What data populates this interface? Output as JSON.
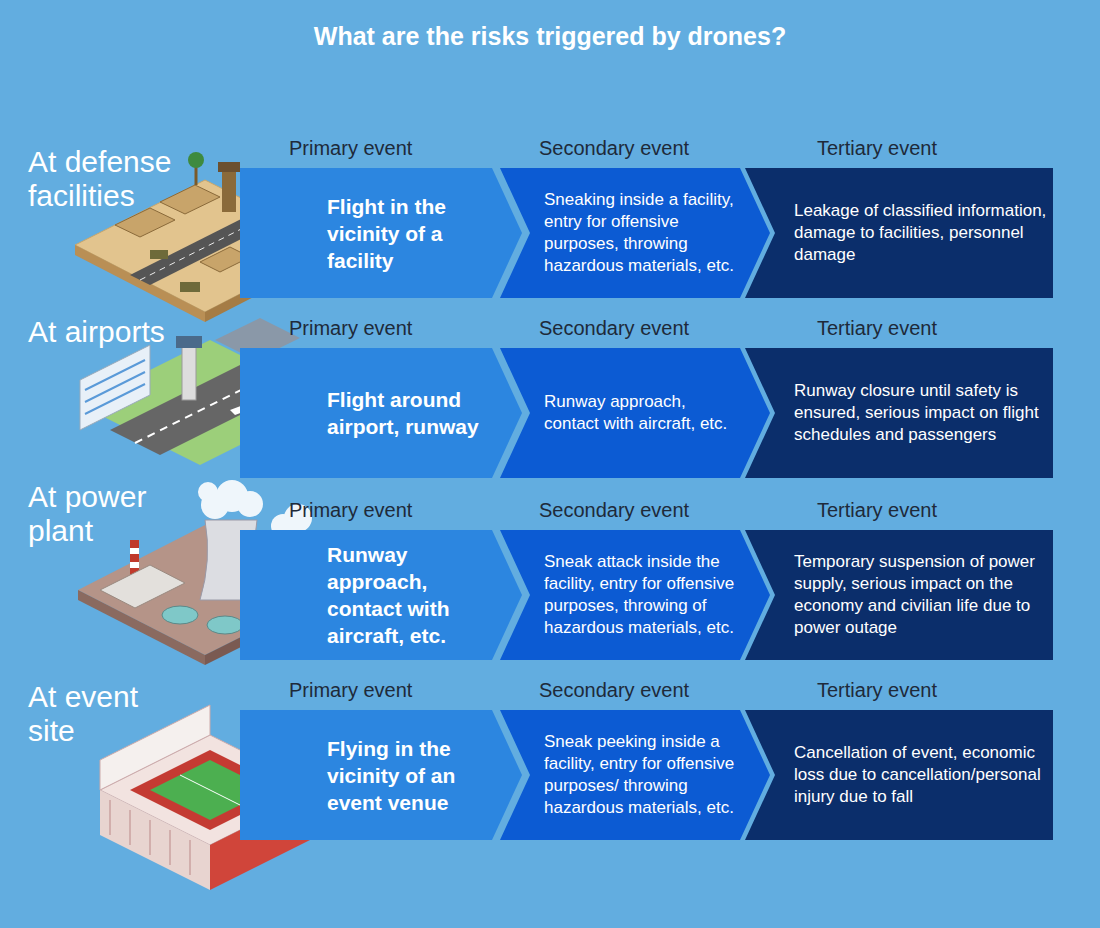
{
  "diagram": {
    "title": "What are the risks triggered by drones?",
    "nodes": [
      {
        "text": [
          "Primary event",
          "Flight in the vicinity of a facility"
        ]
      },
      {
        "text": [
          "Secondary event",
          "Sneaking inside a facility, entry for offensive purposes, throwing hazardous materials, etc."
        ]
      },
      {
        "text": [
          "Tertiary event",
          "Leakage of classified information, damage to facilities, personnel damage"
        ]
      },
      {
        "text": [
          "Primary event",
          "Flight around airport, runway"
        ]
      },
      {
        "text": [
          "Secondary event",
          "Runway approach, contact with aircraft, etc."
        ]
      },
      {
        "text": [
          "Tertiary event",
          "Runway closure until safety is ensured, serious impact on flight schedules and passengers"
        ]
      },
      {
        "text": [
          "Primary event",
          "Runway approach, contact with aircraft, etc."
        ]
      },
      {
        "text": [
          "Secondary event",
          "Sneak attack inside the facility, entry for offensive purposes, throwing of hazardous materials, etc."
        ]
      },
      {
        "text": [
          "Tertiary event",
          "Temporary suspension of power supply, serious impact on the economy and civilian life due to power outage"
        ]
      },
      {
        "text": [
          "Primary event",
          "Flying in the vicinity of an event venue"
        ]
      },
      {
        "text": [
          "Secondary event",
          "Sneak peeking inside a facility, entry for offensive purposes/ throwing hazardous materials, etc."
        ]
      },
      {
        "text": [
          "Tertiary event",
          "Cancellation of event, economic loss due to cancellation/personal injury due to fall"
        ]
      }
    ],
    "labels": [
      "At defense facilities",
      "At airports",
      "At power plant",
      "At event site"
    ]
  }
}
